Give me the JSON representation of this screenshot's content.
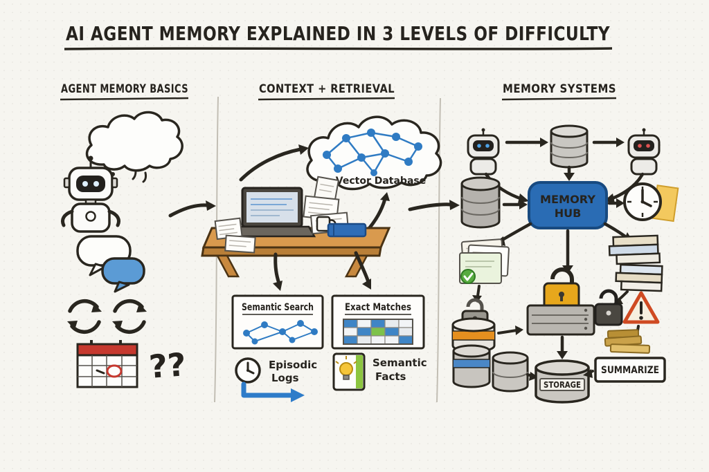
{
  "title": "AI AGENT MEMORY EXPLAINED IN 3 LEVELS OF DIFFICULTY",
  "panels": {
    "basics": {
      "header": "AGENT MEMORY BASICS",
      "question_marks": "??"
    },
    "context_retrieval": {
      "header": "CONTEXT + RETRIEVAL",
      "vector_database_label": "Vector Database",
      "semantic_search_label": "Semantic Search",
      "exact_matches_label": "Exact Matches",
      "episodic_logs_line1": "Episodic",
      "episodic_logs_line2": "Logs",
      "semantic_facts_line1": "Semantic",
      "semantic_facts_line2": "Facts"
    },
    "memory_systems": {
      "header": "MEMORY SYSTEMS",
      "memory_hub_line1": "MEMORY",
      "memory_hub_line2": "HUB",
      "summarize_label": "SUMMARIZE",
      "storage_label": "STORAGE"
    }
  },
  "colors": {
    "paper": "#f6f5f0",
    "ink": "#29261f",
    "node_blue": "#2f7bc3",
    "hub_blue": "#2a6cb4",
    "bubble_blue": "#5b9bd5",
    "calendar_red": "#c6392f",
    "lock_gold": "#e7a71c",
    "warning_red": "#cf4a22",
    "grid_green": "#7dc24b",
    "desk_wood": "#d99a4e",
    "barrel_orange": "#e58f1f"
  }
}
